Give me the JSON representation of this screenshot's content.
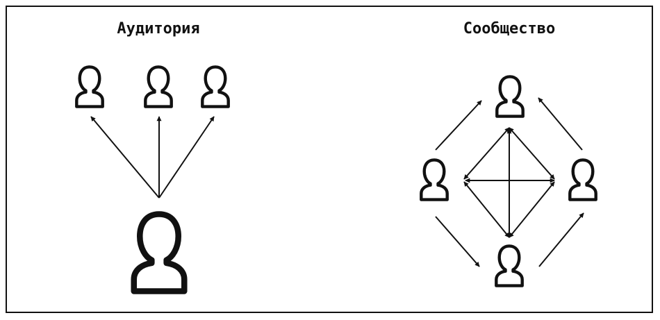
{
  "left": {
    "title": "Аудитория"
  },
  "right": {
    "title": "Сообщество"
  },
  "colors": {
    "stroke": "#111111",
    "background": "#ffffff"
  },
  "icons": {
    "person": "person-icon",
    "arrow": "arrow"
  }
}
